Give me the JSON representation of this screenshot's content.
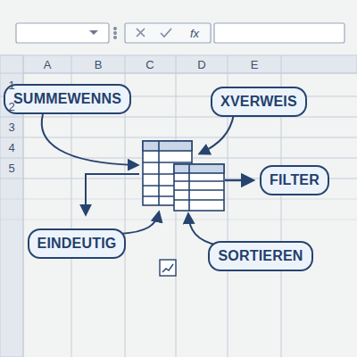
{
  "diagram": {
    "nodes": [
      {
        "text": [
          "SUMMEWENNS"
        ]
      },
      {
        "text": [
          "XVERWEIS"
        ]
      },
      {
        "text": [
          "FILTER"
        ]
      },
      {
        "text": [
          "EINDEUTIG"
        ]
      },
      {
        "text": [
          "SORTIEREN"
        ]
      }
    ],
    "labels": [
      "fx",
      "A",
      "B",
      "C",
      "D",
      "E",
      "1",
      "2",
      "3",
      "4",
      "5"
    ]
  }
}
